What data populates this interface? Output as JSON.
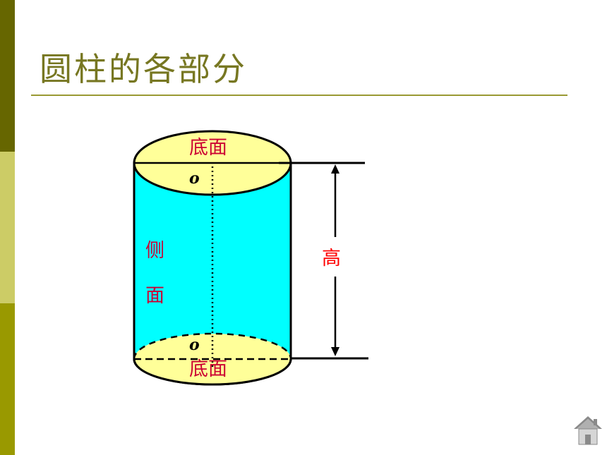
{
  "slide": {
    "title": "圆柱的各部分"
  },
  "diagram": {
    "labels": {
      "top_base": "底面",
      "bottom_base": "底面",
      "lateral_1": "侧",
      "lateral_2": "面",
      "height": "高",
      "center_top": "o",
      "center_bottom": "o"
    },
    "colors": {
      "side_fill": "#00ffff",
      "base_fill": "#ffff99",
      "label_red": "#ff0000",
      "text_red_dark": "#cc0033",
      "outline": "#000000"
    }
  },
  "nav": {
    "home_icon": "home-icon"
  },
  "theme": {
    "bar_dark": "#666600",
    "bar_light": "#cccc66",
    "bar_mid": "#999900",
    "title_color": "#777722",
    "rule_color": "#999933"
  }
}
